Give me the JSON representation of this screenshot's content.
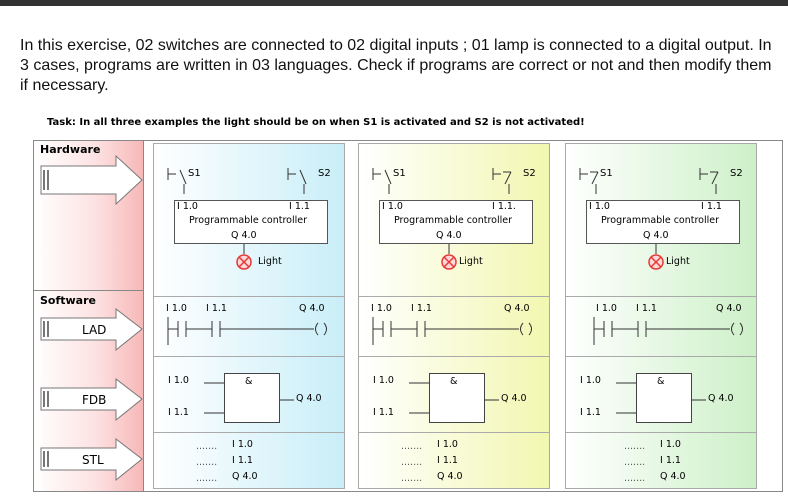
{
  "intro": "In this exercise, 02 switches are connected to 02 digital inputs ; 01 lamp is connected to a digital output. In 3 cases, programs are written in 03 languages. Check if programs are correct or not and then modify them if necessary.",
  "task": "Task: In all three examples the light should be on when S1 is activated and S2 is not activated!",
  "sections": {
    "hardware": "Hardware",
    "software": "Software"
  },
  "languages": {
    "lad": "LAD",
    "fdb": "FDB",
    "stl": "STL"
  },
  "colors": {
    "blue": "#c9eef8",
    "yellow": "#f2f7b0",
    "green": "#cdf0c8",
    "arrow": "#ffffff",
    "lamp": "#e53935"
  },
  "columns": [
    {
      "s1": "S1",
      "s2": "S2",
      "i10": "I 1.0",
      "i11": "I 1.1",
      "controller": "Programmable controller",
      "q40": "Q 4.0",
      "light": "Light",
      "lad": {
        "c1": "I 1.0",
        "c2": "I 1.1",
        "coil": "Q 4.0"
      },
      "fdb": {
        "in1": "I 1.0",
        "in2": "I 1.1",
        "gate": "&",
        "out": "Q 4.0"
      },
      "stl": {
        "dots": ".......",
        "l1": "I 1.0",
        "l2": "I 1.1",
        "l3": "Q 4.0"
      }
    },
    {
      "s1": "S1",
      "s2": "S2",
      "i10": "I 1.0",
      "i11": "I 1.1.",
      "controller": "Programmable controller",
      "q40": "Q 4.0",
      "light": "Light",
      "lad": {
        "c1": "I 1.0",
        "c2": "I 1.1",
        "coil": "Q 4.0"
      },
      "fdb": {
        "in1": "I 1.0",
        "in2": "I 1.1",
        "gate": "&",
        "out": "Q 4.0"
      },
      "stl": {
        "dots": ".......",
        "l1": "I 1.0",
        "l2": "I 1.1",
        "l3": "Q 4.0"
      }
    },
    {
      "s1": "S1",
      "s2": "S2",
      "i10": "I 1.0",
      "i11": "I 1.1",
      "controller": "Programmable controller",
      "q40": "Q 4.0",
      "light": "Light",
      "lad": {
        "c1": "I 1.0",
        "c2": "I 1.1",
        "coil": "Q 4.0"
      },
      "fdb": {
        "in1": "I 1.0",
        "in2": "I 1.1",
        "gate": "&",
        "out": "Q 4.0"
      },
      "stl": {
        "dots": ".......",
        "l1": "I 1.0",
        "l2": "I 1.1",
        "l3": "Q 4.0"
      }
    }
  ]
}
